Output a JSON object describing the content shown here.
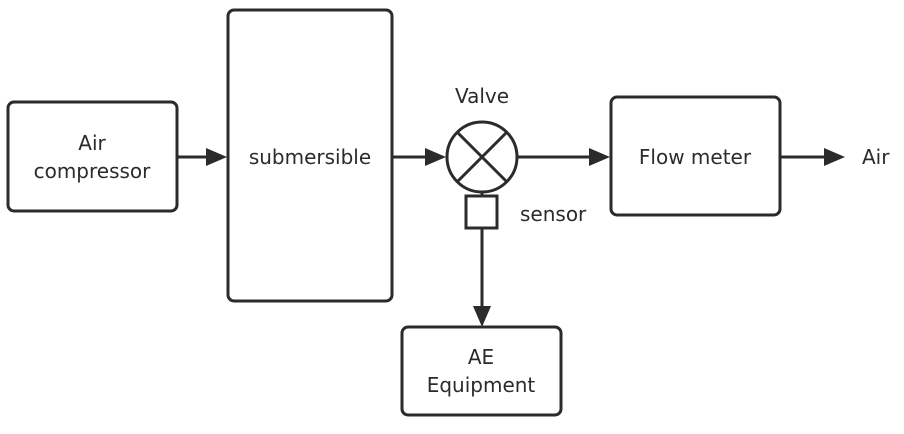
{
  "diagram": {
    "nodes": {
      "air_compressor": {
        "line1": "Air",
        "line2": "compressor"
      },
      "submersible": {
        "label": "submersible"
      },
      "valve": {
        "label": "Valve"
      },
      "sensor": {
        "label": "sensor"
      },
      "flow_meter": {
        "label": "Flow meter"
      },
      "ae_equipment": {
        "line1": "AE",
        "line2": "Equipment"
      },
      "air_output": {
        "label": "Air"
      }
    },
    "edges": [
      {
        "from": "air_compressor",
        "to": "submersible"
      },
      {
        "from": "submersible",
        "to": "valve"
      },
      {
        "from": "valve",
        "to": "flow_meter"
      },
      {
        "from": "flow_meter",
        "to": "air_output"
      },
      {
        "from": "sensor",
        "to": "ae_equipment"
      }
    ],
    "colors": {
      "stroke": "#2b2b2b",
      "fill": "#ffffff"
    }
  }
}
